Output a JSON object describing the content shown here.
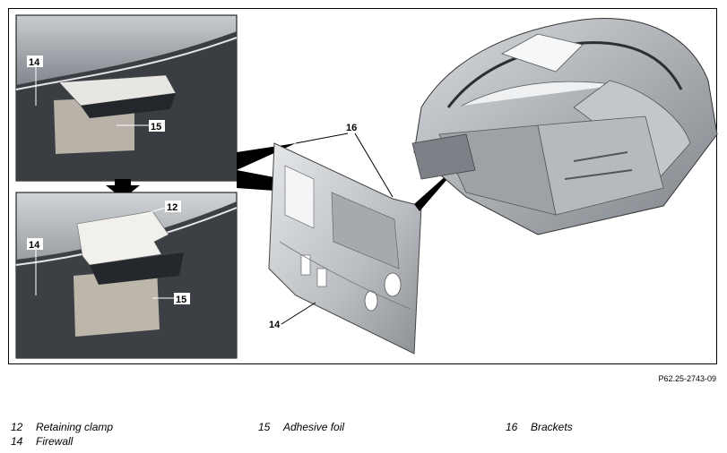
{
  "figure": {
    "code": "P62.25-2743-09",
    "callouts": {
      "top_inset": {
        "c14": "14",
        "c15": "15"
      },
      "bottom_inset": {
        "c12": "12",
        "c14": "14",
        "c15": "15"
      },
      "panel": {
        "c16": "16",
        "c14": "14"
      }
    }
  },
  "legend": [
    {
      "number": "12",
      "text": "Retaining clamp"
    },
    {
      "number": "14",
      "text": "Firewall"
    },
    {
      "number": "15",
      "text": "Adhesive foil"
    },
    {
      "number": "16",
      "text": "Brackets"
    }
  ]
}
